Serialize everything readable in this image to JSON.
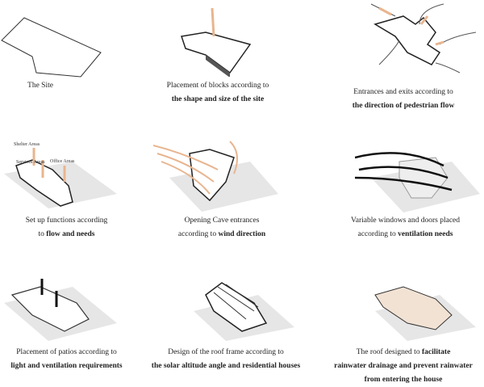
{
  "steps": [
    {
      "line1": "The Site",
      "line2": ""
    },
    {
      "line1": "Placement of blocks according to",
      "line2": "the shape and size of the site"
    },
    {
      "line1": "Entrances and exits according to",
      "line2": "the direction of pedestrian flow"
    },
    {
      "line1": "Set up functions according",
      "line2_pre": "to ",
      "line2": "flow and needs"
    },
    {
      "line1": "Opening Cave entrances",
      "line2_pre": "according to ",
      "line2": "wind direction"
    },
    {
      "line1": "Variable windows and doors placed",
      "line2_pre": "according to ",
      "line2": "ventilation needs"
    },
    {
      "line1": "Placement of patios according to",
      "line2": "light and ventilation requirements"
    },
    {
      "line1": "Design of the roof frame according to",
      "line2": "the solar altitude angle and residential houses"
    },
    {
      "line1_pre": "The roof designed to ",
      "line1": "facilitate",
      "line2": "rainwater drainage and prevent rainwater",
      "line3": "from entering the house"
    }
  ],
  "zone_labels": {
    "shelter": "Shelter Areas",
    "services": "Services Areas",
    "office": "Office Areas"
  },
  "colors": {
    "arrow": "#e8b58f",
    "shadow": "#e6e6e6",
    "wind": "#111111"
  }
}
